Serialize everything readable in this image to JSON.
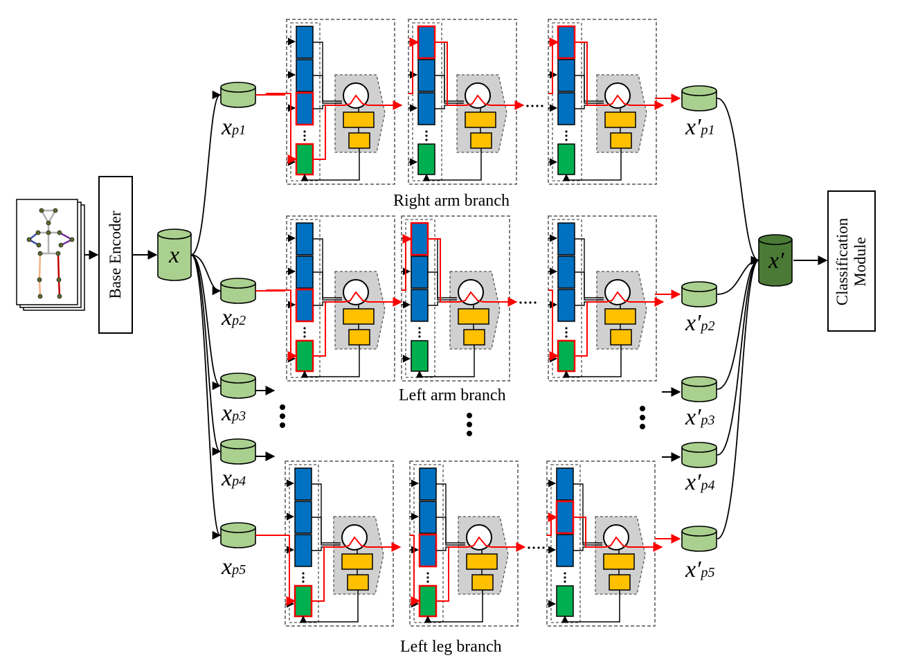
{
  "modules": {
    "base_encoder": "Base Encoder",
    "classification_line1": "Classification",
    "classification_line2": "Module"
  },
  "variables": {
    "x": "x",
    "x_prime": "x′",
    "inputs": [
      {
        "base": "x",
        "sub": "p1"
      },
      {
        "base": "x",
        "sub": "p2"
      },
      {
        "base": "x",
        "sub": "p3"
      },
      {
        "base": "x",
        "sub": "p4"
      },
      {
        "base": "x",
        "sub": "p5"
      }
    ],
    "outputs": [
      {
        "base": "x′",
        "sub": "p1"
      },
      {
        "base": "x′",
        "sub": "p2"
      },
      {
        "base": "x′",
        "sub": "p3"
      },
      {
        "base": "x′",
        "sub": "p4"
      },
      {
        "base": "x′",
        "sub": "p5"
      }
    ]
  },
  "branches": [
    {
      "label": "Right arm branch",
      "highlight": [
        3,
        1,
        1
      ]
    },
    {
      "label": "Left arm branch",
      "highlight": [
        3,
        1,
        0
      ]
    },
    {
      "label": "Left leg branch",
      "highlight": [
        0,
        3,
        2
      ]
    }
  ],
  "colors": {
    "cylinder_light": "#a9d08e",
    "cylinder_dark": "#4a7a36",
    "memory_blue": "#0070c0",
    "memory_green": "#00b050",
    "gate_yellow": "#ffc000",
    "gate_gray": "#d0d0d0",
    "highlight_red": "#ff0000"
  }
}
